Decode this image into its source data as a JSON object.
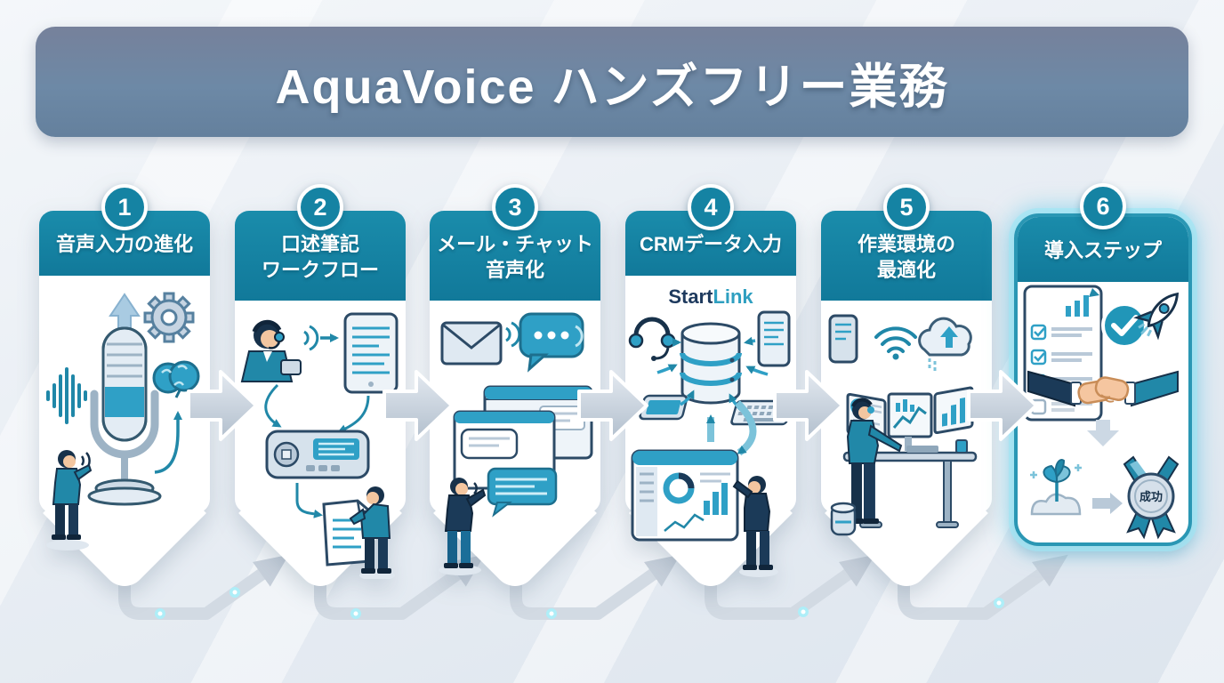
{
  "title": "AquaVoice ハンズフリー業務",
  "colors": {
    "banner_bg": "#6d89a6",
    "header_teal": "#1583a3",
    "card_bg": "#ffffff",
    "accent_teal": "#2fa0c6",
    "navy": "#1e3a5e",
    "highlight_glow": "#9fe4f5",
    "background": "#e9eef4"
  },
  "steps": [
    {
      "number": "1",
      "label": "音声入力の進化"
    },
    {
      "number": "2",
      "label": "口述筆記\nワークフロー"
    },
    {
      "number": "3",
      "label": "メール・チャット\n音声化"
    },
    {
      "number": "4",
      "label": "CRMデータ入力",
      "brand_start": "Start",
      "brand_link": "Link"
    },
    {
      "number": "5",
      "label": "作業環境の\n最適化"
    },
    {
      "number": "6",
      "label": "導入ステップ",
      "medal_text": "成功"
    }
  ]
}
